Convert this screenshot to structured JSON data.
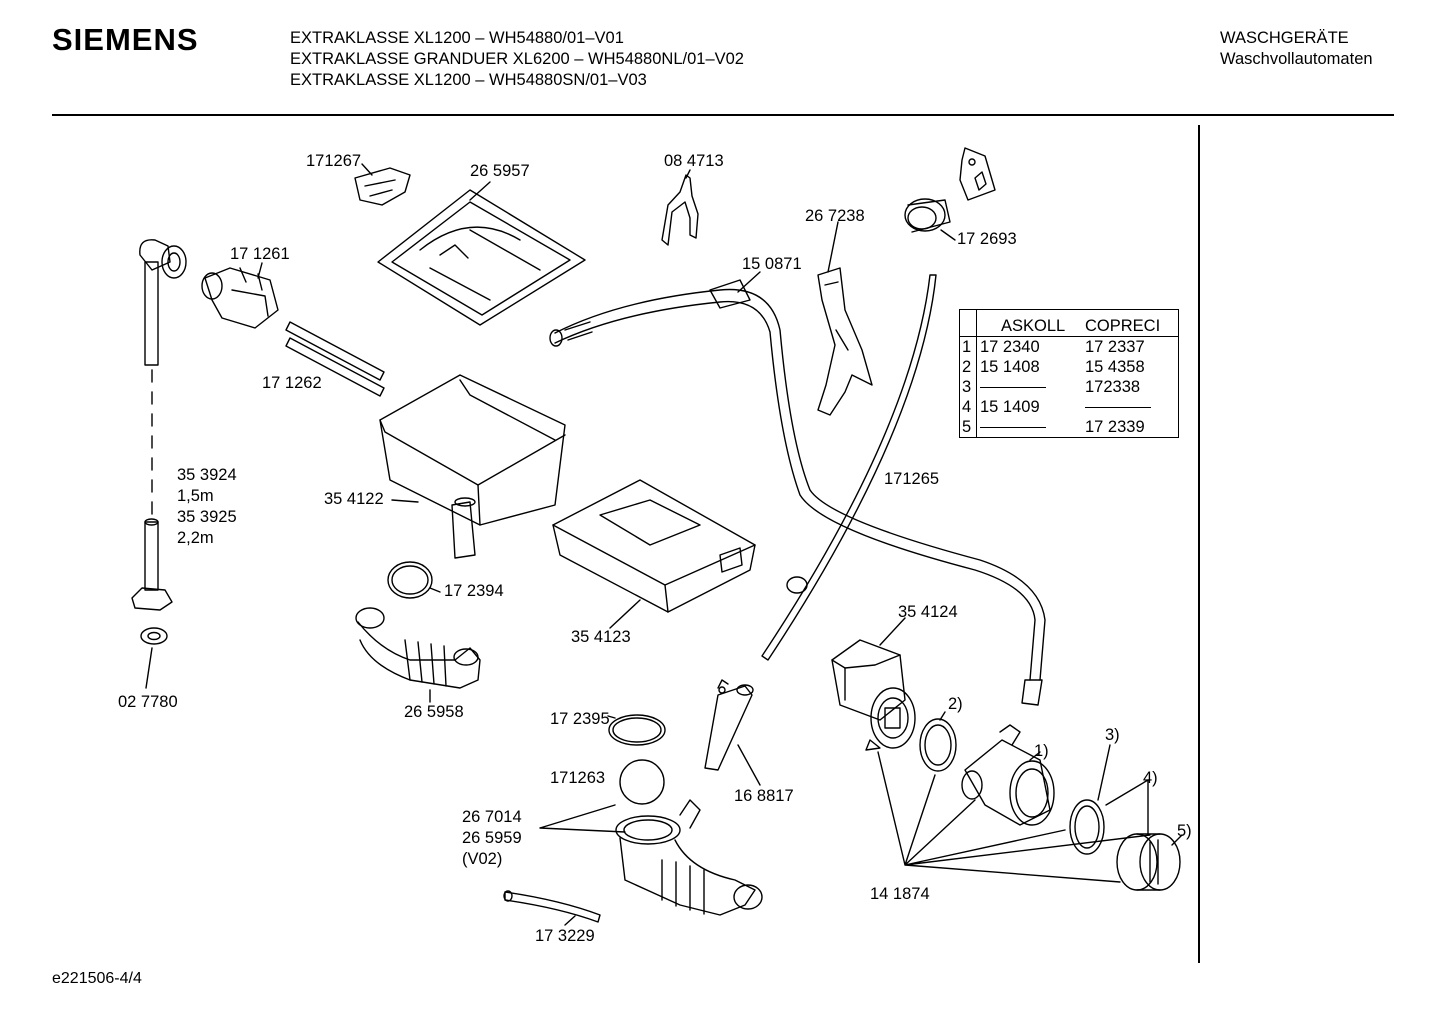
{
  "header": {
    "brand": "SIEMENS",
    "models": [
      "EXTRAKLASSE XL1200 – WH54880/01–V01",
      "EXTRAKLASSE GRANDUER XL6200 – WH54880NL/01–V02",
      "EXTRAKLASSE XL1200 – WH54880SN/01–V03"
    ],
    "category_title": "WASCHGERÄTE",
    "category_subtitle": "Waschvollautomaten"
  },
  "parts": {
    "p171267": "171267",
    "p265957": "26 5957",
    "p084713": "08 4713",
    "p267238": "26 7238",
    "p172693": "17 2693",
    "p171261": "17 1261",
    "p150871": "15 0871",
    "p171262": "17 1262",
    "p353924": "35 3924",
    "len15": "1,5m",
    "p353925": "35 3925",
    "len22": "2,2m",
    "p354122": "35 4122",
    "p171265": "171265",
    "p172394": "17 2394",
    "p354123": "35 4123",
    "p354124": "35 4124",
    "p027780": "02 7780",
    "p265958": "26 5958",
    "p172395": "17 2395",
    "p171263": "171263",
    "p168817": "16 8817",
    "p267014": "26 7014",
    "p265959": "26 5959",
    "v02": "(V02)",
    "p173229": "17 3229",
    "p141874": "14 1874",
    "n1": "1)",
    "n2": "2)",
    "n3": "3)",
    "n4": "4)",
    "n5": "5)"
  },
  "pump_table": {
    "headers": [
      "ASKOLL",
      "COPRECI"
    ],
    "rows": [
      {
        "idx": "1",
        "askoll": "17 2340",
        "copreci": "17 2337"
      },
      {
        "idx": "2",
        "askoll": "15 1408",
        "copreci": "15 4358"
      },
      {
        "idx": "3",
        "askoll": "",
        "copreci": "172338"
      },
      {
        "idx": "4",
        "askoll": "15 1409",
        "copreci": ""
      },
      {
        "idx": "5",
        "askoll": "",
        "copreci": "17 2339"
      }
    ]
  },
  "footer": {
    "doc_id": "e221506-4/4"
  }
}
